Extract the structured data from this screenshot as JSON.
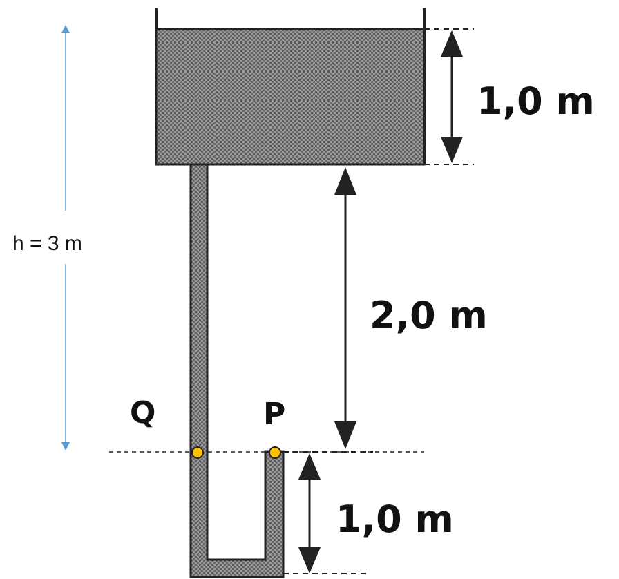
{
  "labels": {
    "tank_depth": "1,0 m",
    "gap_height": "2,0 m",
    "u_depth": "1,0 m",
    "total_height": "h = 3 m",
    "point_q": "Q",
    "point_p": "P"
  },
  "colors": {
    "fluid": "#8a8a8a",
    "fluid_dark": "#3a3a3a",
    "outline": "#222222",
    "arrow_blue": "#5b9bd5",
    "point_fill": "#ffc000"
  }
}
